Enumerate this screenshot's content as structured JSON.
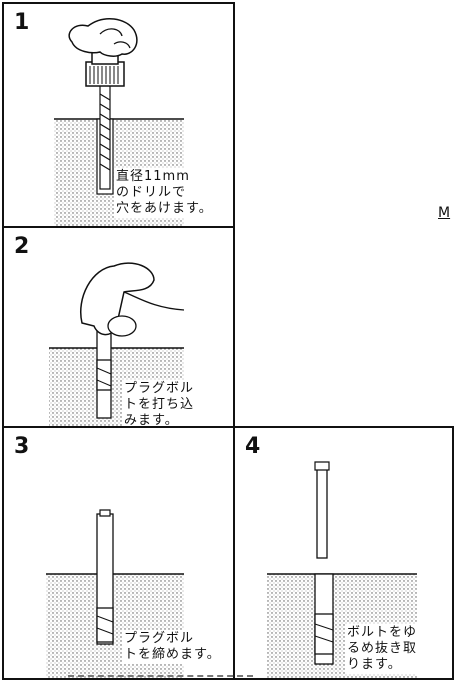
{
  "steps": [
    {
      "number": "1",
      "caption": "直径11mm\nのドリルで\n穴をあけます。"
    },
    {
      "number": "2",
      "caption": "プラグボル\nトを打ち込\nみます。"
    },
    {
      "number": "3",
      "caption": "プラグボル\nトを締めます。"
    },
    {
      "number": "4",
      "caption": "ボルトをゆ\nるめ抜き取\nります。"
    }
  ],
  "side_label": "M"
}
